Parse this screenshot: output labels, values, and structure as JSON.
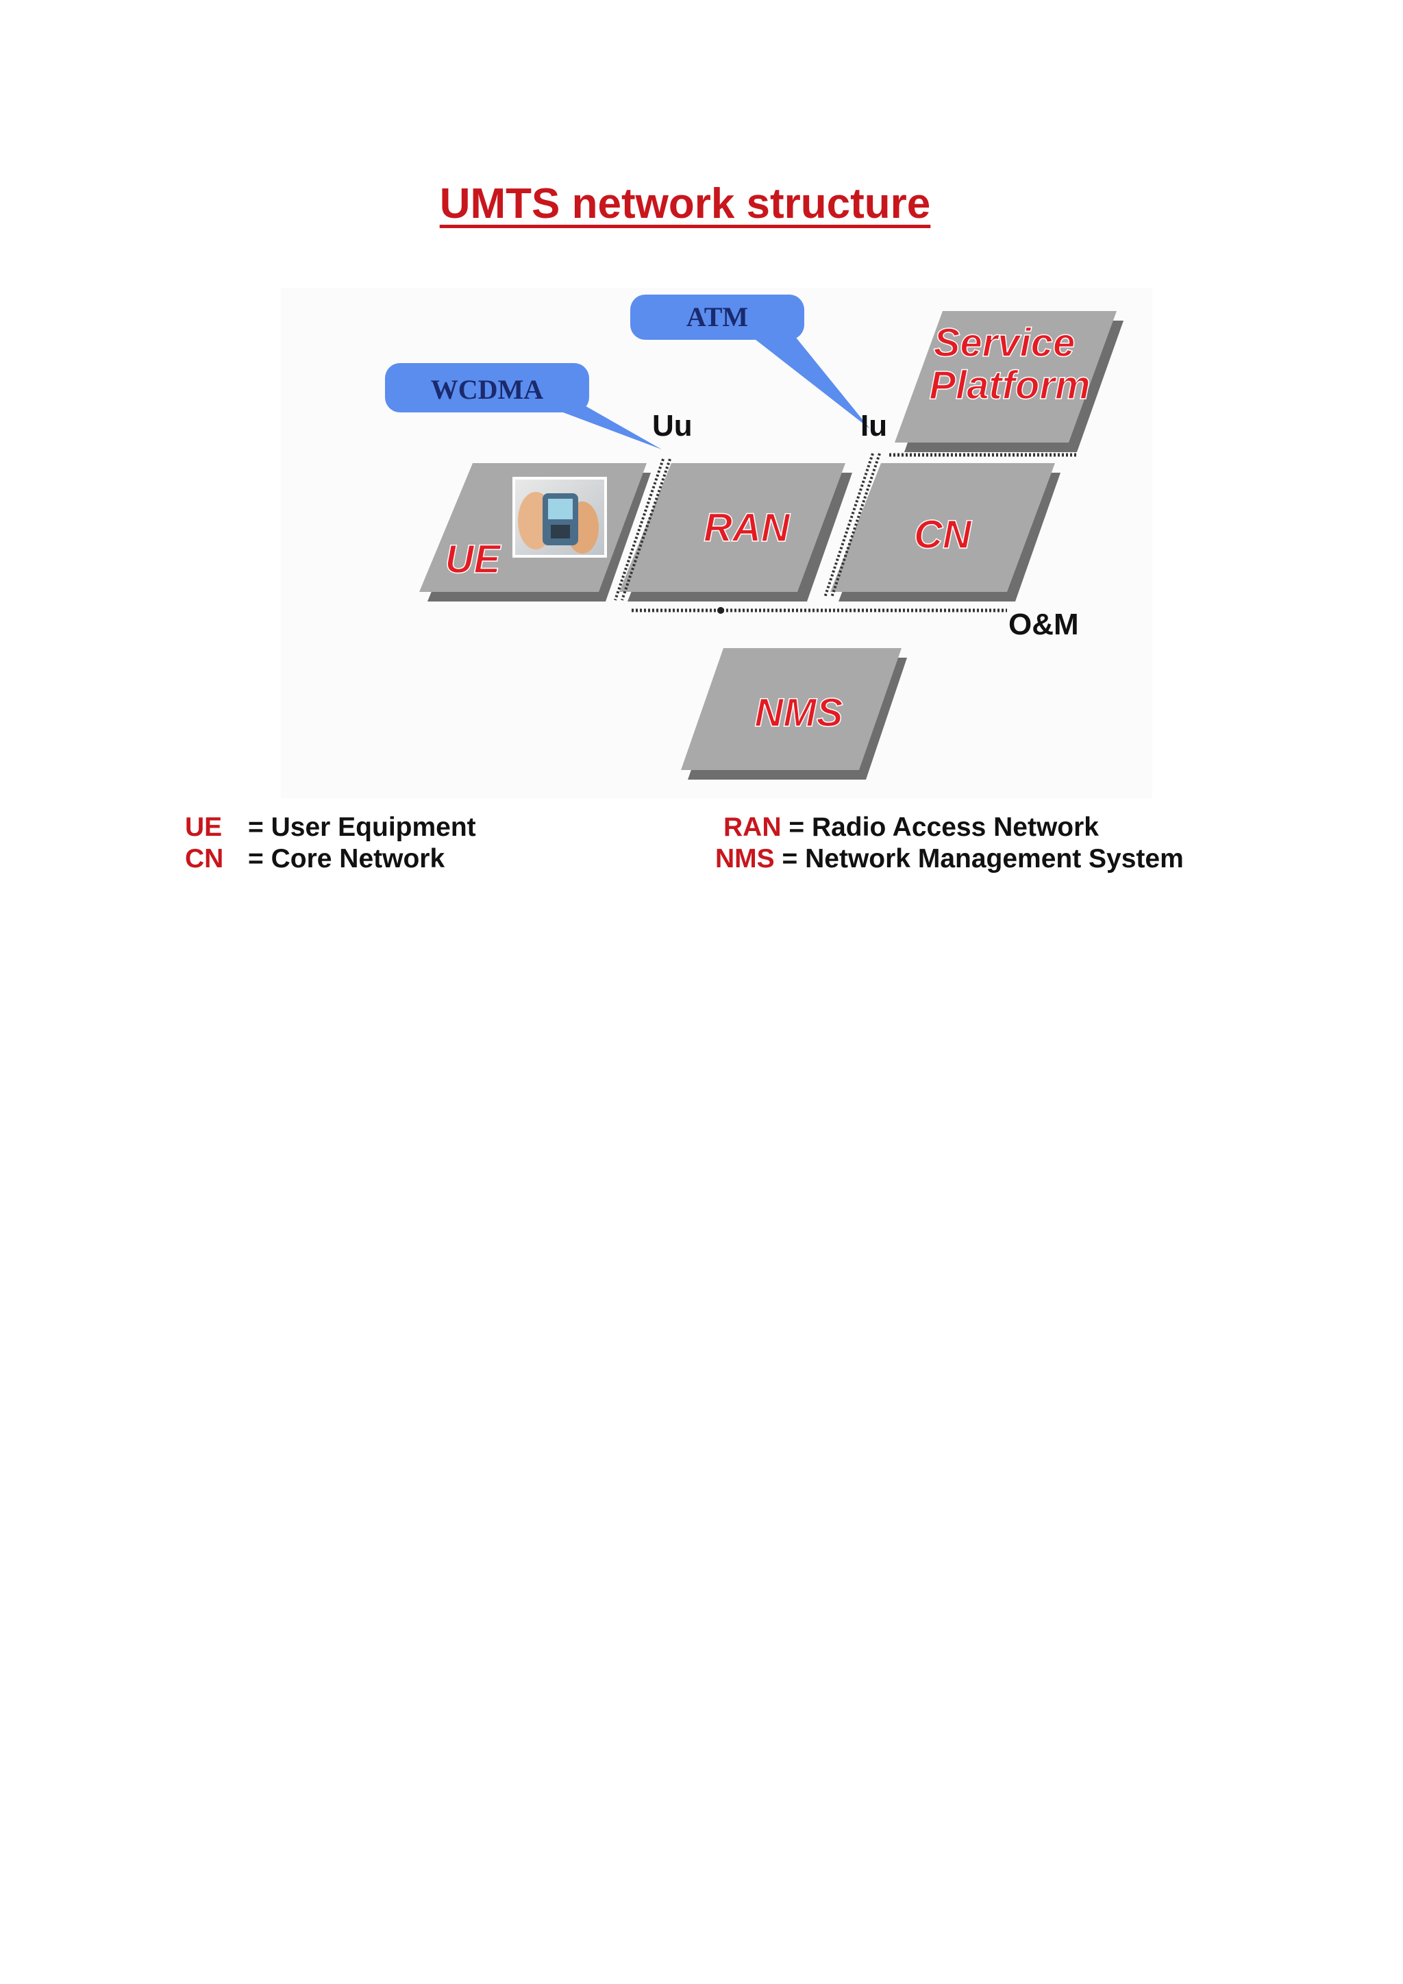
{
  "title": "UMTS network structure",
  "diagram": {
    "callouts": [
      {
        "id": "wcdma",
        "label": "WCDMA"
      },
      {
        "id": "atm",
        "label": "ATM"
      }
    ],
    "interfaces": [
      {
        "id": "uu",
        "label": "Uu"
      },
      {
        "id": "iu",
        "label": "Iu"
      },
      {
        "id": "om",
        "label": "O&M"
      }
    ],
    "nodes": [
      {
        "id": "ue",
        "label": "UE"
      },
      {
        "id": "ran",
        "label": "RAN"
      },
      {
        "id": "cn",
        "label": "CN"
      },
      {
        "id": "service_platform",
        "label_line1": "Service",
        "label_line2": "Platform"
      },
      {
        "id": "nms",
        "label": "NMS"
      }
    ],
    "colors": {
      "node_fill": "#a9a9a9",
      "node_shadow": "#6e6e6e",
      "node_text": "#e31b23",
      "callout_fill": "#5b8def",
      "callout_text": "#1a2a6c"
    },
    "icons": {
      "ue_image": "mobile-phone-in-hand-icon"
    }
  },
  "legend": {
    "left": [
      {
        "abbr": "UE",
        "text": "= User Equipment"
      },
      {
        "abbr": "CN",
        "text": "= Core Network"
      }
    ],
    "right": [
      {
        "abbr": "RAN",
        "text": "= Radio Access Network"
      },
      {
        "abbr": "NMS",
        "text": "= Network Management System"
      }
    ],
    "colors": {
      "abbr": "#c8161d",
      "text": "#111111"
    }
  }
}
